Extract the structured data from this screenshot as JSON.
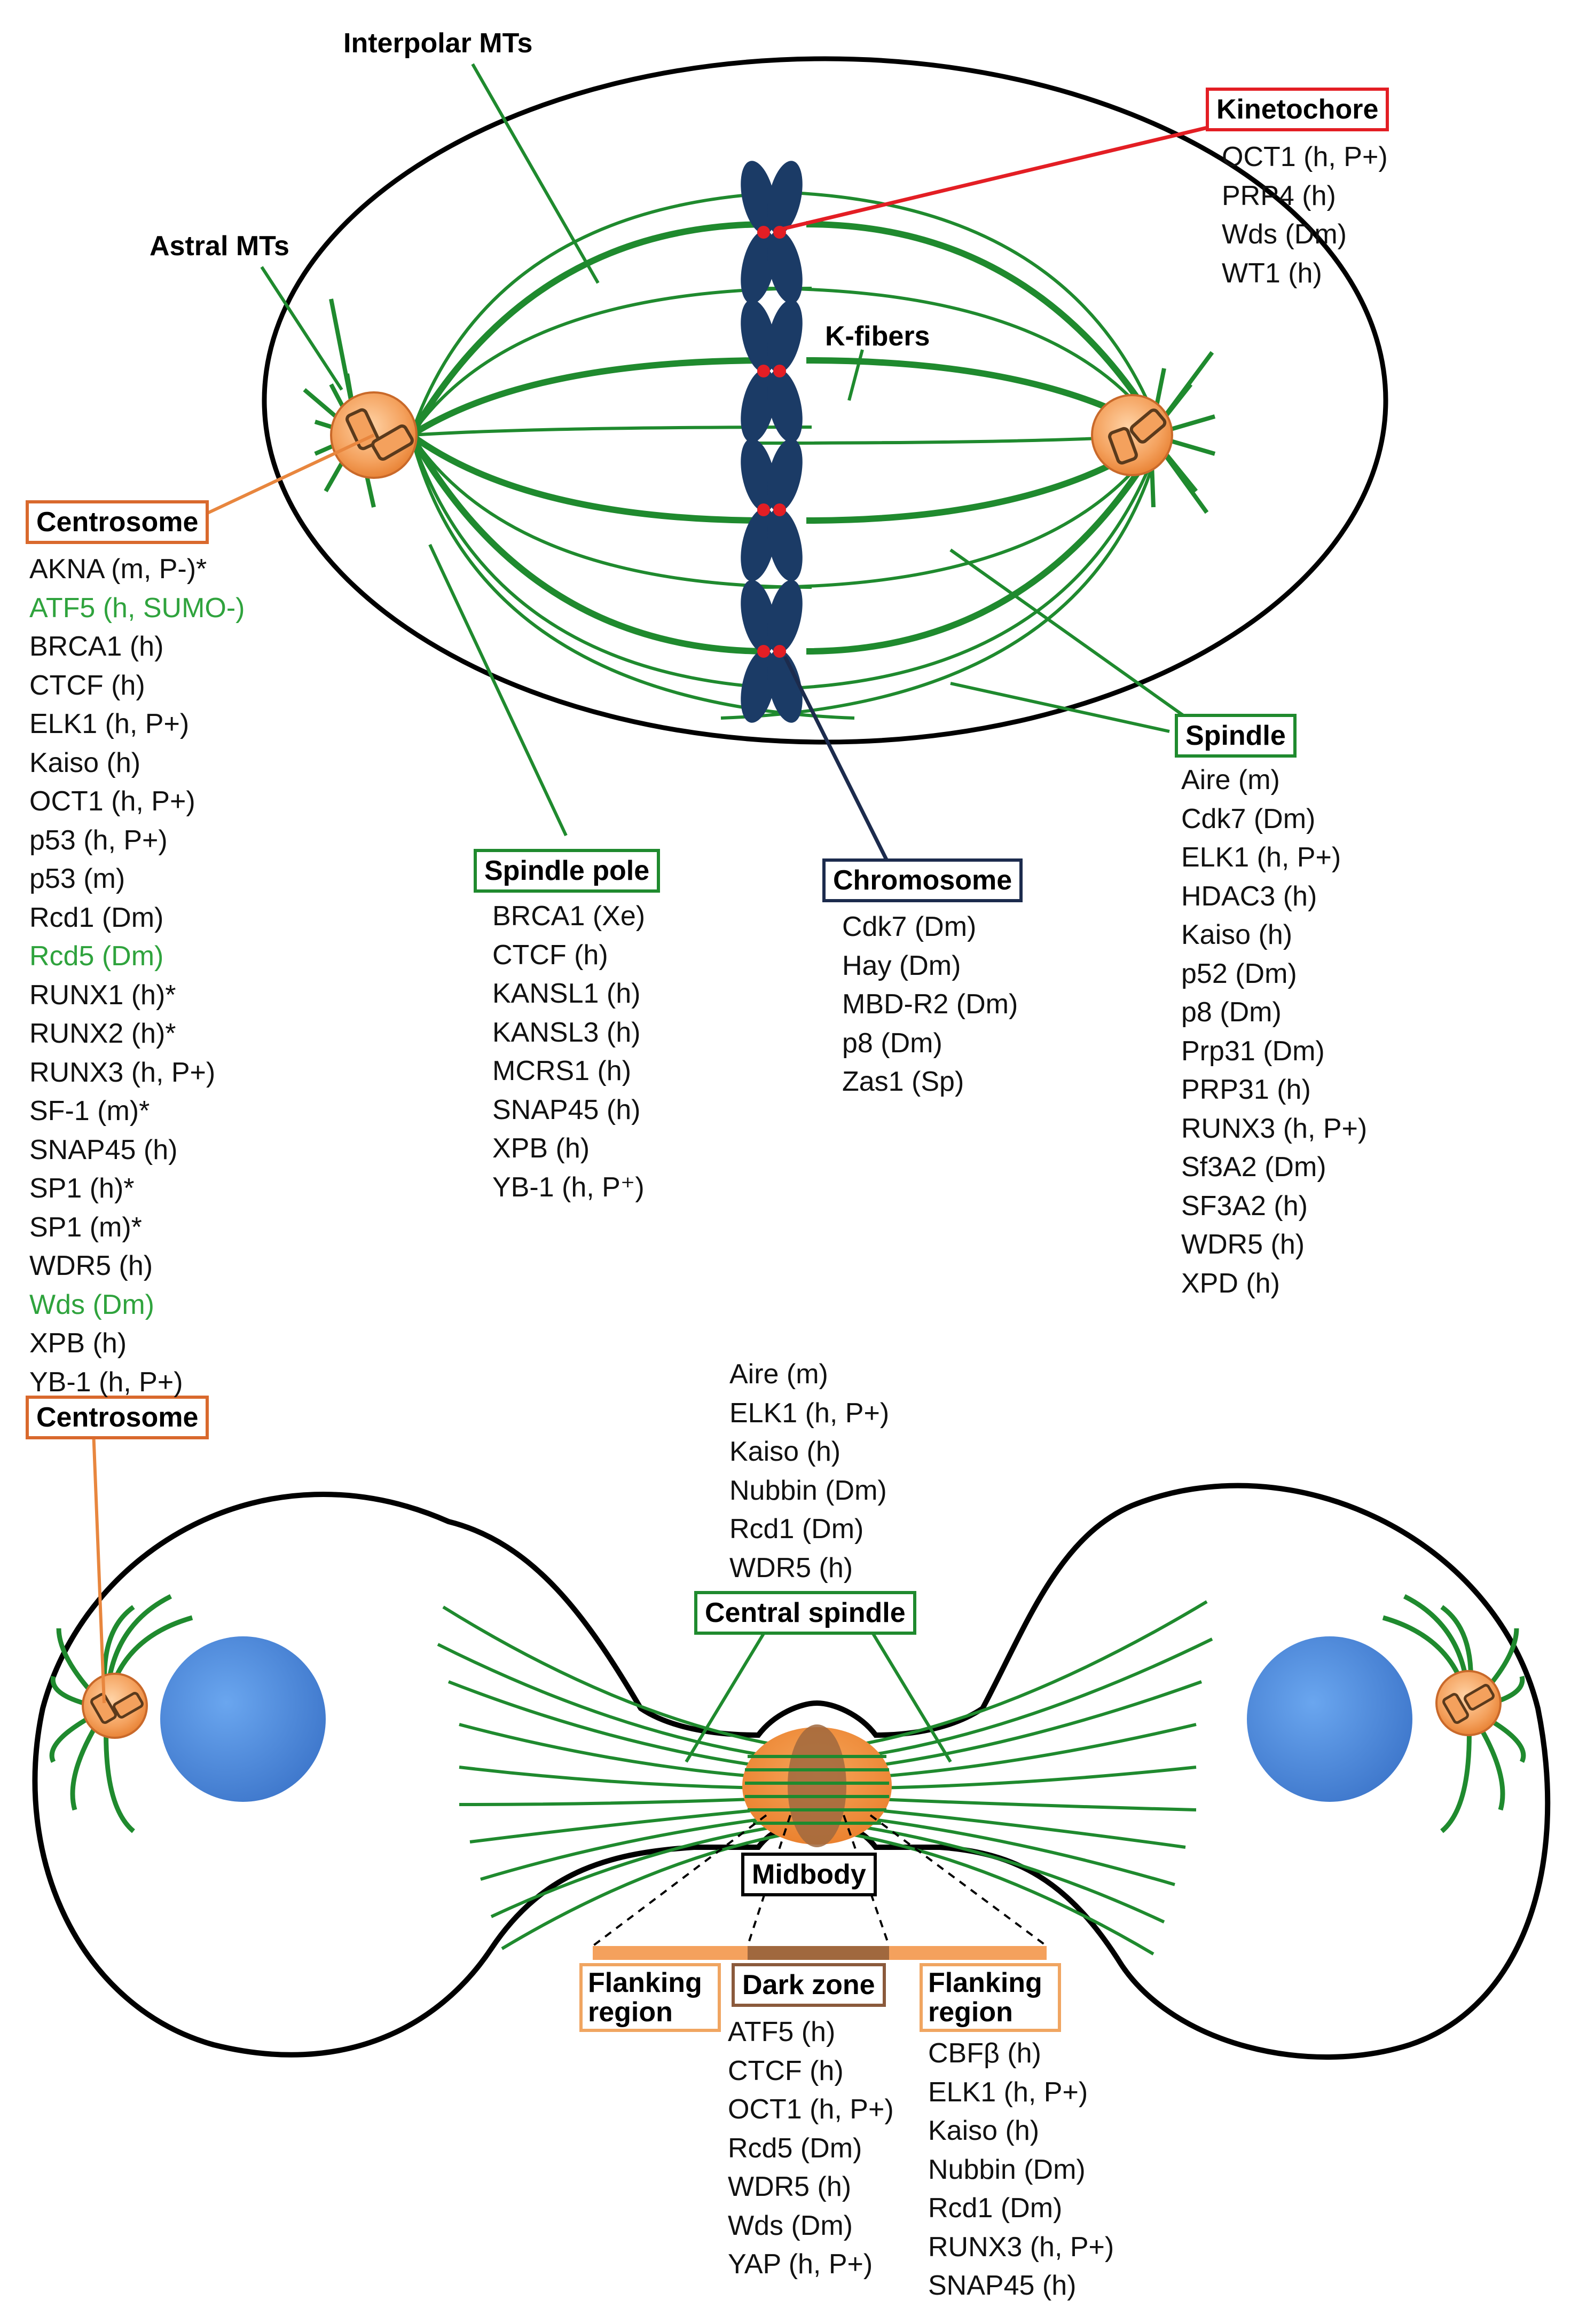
{
  "labels": {
    "interpolar_mts": "Interpolar MTs",
    "astral_mts": "Astral MTs",
    "k_fibers": "K-fibers"
  },
  "boxes": {
    "kinetochore": "Kinetochore",
    "centrosome_top": "Centrosome",
    "spindle": "Spindle",
    "spindle_pole": "Spindle pole",
    "chromosome": "Chromosome",
    "centrosome_bottom": "Centrosome",
    "central_spindle": "Central spindle",
    "midbody": "Midbody",
    "flanking_left": "Flanking region",
    "dark_zone": "Dark zone",
    "flanking_right": "Flanking region"
  },
  "lists": {
    "kinetochore": [
      "OCT1 (h, P+)",
      "PRP4 (h)",
      "Wds (Dm)",
      "WT1 (h)"
    ],
    "centrosome": [
      "AKNA (m, P-)*",
      "ATF5 (h, SUMO-)",
      "BRCA1 (h)",
      "CTCF (h)",
      "ELK1 (h, P+)",
      "Kaiso (h)",
      "OCT1 (h, P+)",
      "p53 (h, P+)",
      "p53 (m)",
      "Rcd1 (Dm)",
      "Rcd5 (Dm)",
      "RUNX1 (h)*",
      "RUNX2 (h)*",
      "RUNX3 (h, P+)",
      "SF-1 (m)*",
      "SNAP45 (h)",
      "SP1 (h)*",
      "SP1 (m)*",
      "WDR5 (h)",
      "Wds (Dm)",
      "XPB (h)",
      "YB-1 (h, P+)"
    ],
    "centrosome_highlighted": [
      "ATF5 (h, SUMO-)",
      "Rcd5 (Dm)",
      "Wds (Dm)"
    ],
    "spindle_pole": [
      "BRCA1 (Xe)",
      "CTCF (h)",
      "KANSL1 (h)",
      "KANSL3 (h)",
      "MCRS1 (h)",
      "SNAP45 (h)",
      "XPB (h)",
      "YB-1 (h, P⁺)"
    ],
    "chromosome": [
      "Cdk7 (Dm)",
      "Hay (Dm)",
      "MBD-R2 (Dm)",
      "p8 (Dm)",
      "Zas1 (Sp)"
    ],
    "spindle": [
      "Aire (m)",
      "Cdk7 (Dm)",
      "ELK1 (h, P+)",
      "HDAC3 (h)",
      "Kaiso (h)",
      "p52 (Dm)",
      "p8 (Dm)",
      "Prp31 (Dm)",
      "PRP31 (h)",
      "RUNX3 (h, P+)",
      "Sf3A2 (Dm)",
      "SF3A2 (h)",
      "WDR5 (h)",
      "XPD (h)"
    ],
    "central_spindle": [
      "Aire (m)",
      "ELK1 (h, P+)",
      "Kaiso (h)",
      "Nubbin (Dm)",
      "Rcd1 (Dm)",
      "WDR5 (h)"
    ],
    "dark_zone": [
      "ATF5 (h)",
      "CTCF (h)",
      "OCT1 (h, P+)",
      "Rcd5 (Dm)",
      "WDR5 (h)",
      "Wds (Dm)",
      "YAP (h, P+)"
    ],
    "flanking_region": [
      "CBFβ (h)",
      "ELK1 (h, P+)",
      "Kaiso (h)",
      "Nubbin (Dm)",
      "Rcd1 (Dm)",
      "RUNX3 (h, P+)",
      "SNAP45 (h)"
    ]
  },
  "colors": {
    "microtubule": "#1f8a2e",
    "centrosome_fill": "#f4a15d",
    "chromosome": "#1b3b66",
    "kinetochore_dot": "#e31e24",
    "nucleus": "#4a86d8",
    "midbody_fill": "#f08a3c",
    "dark_zone": "#a0683e",
    "highlight_text": "#2fa33d"
  }
}
